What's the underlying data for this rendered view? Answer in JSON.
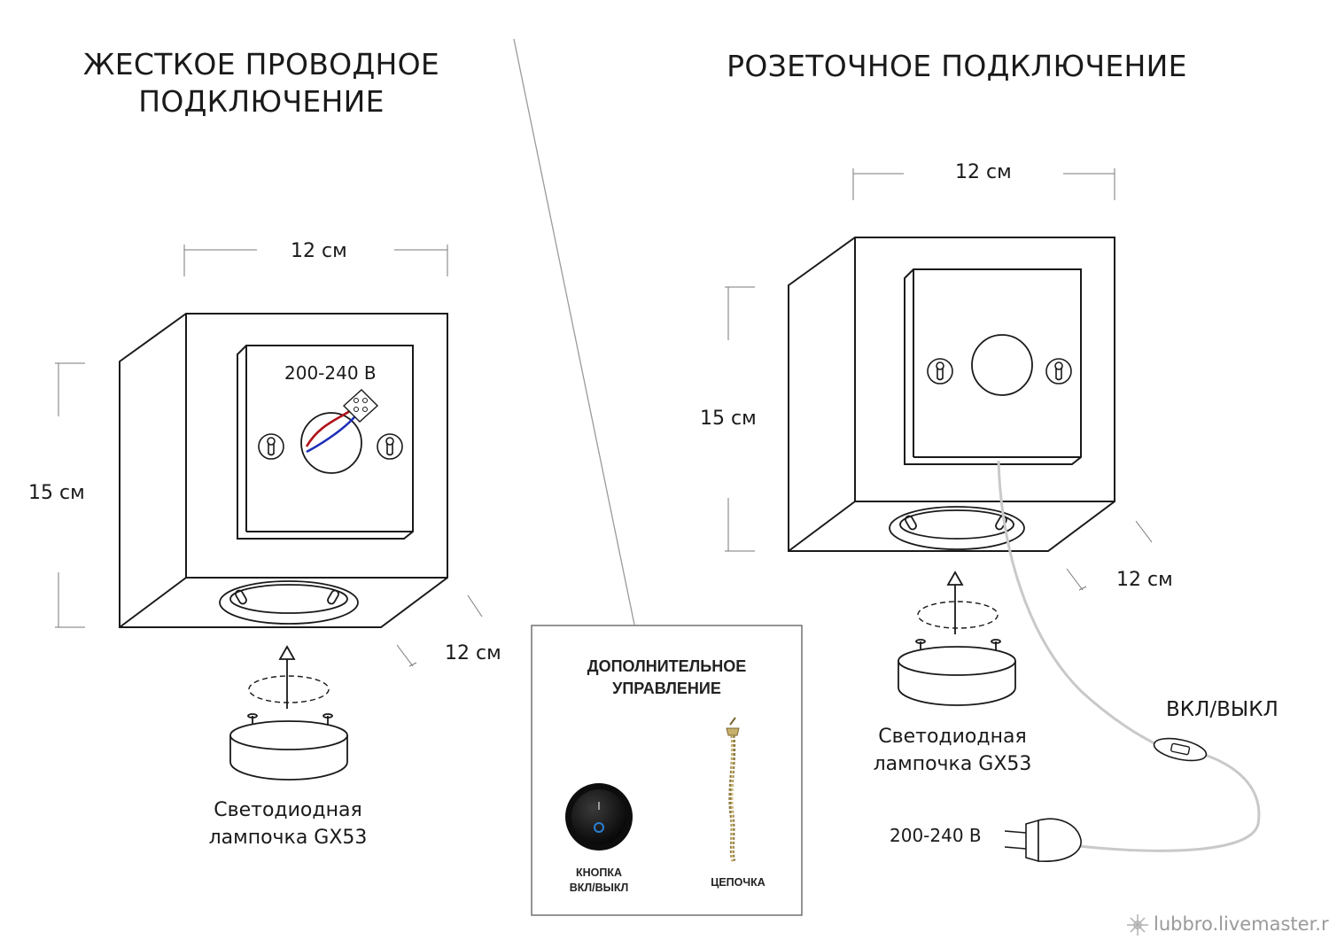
{
  "hardwired": {
    "title_line1": "ЖЕСТКОЕ ПРОВОДНОЕ",
    "title_line2": "ПОДКЛЮЧЕНИЕ",
    "width_label": "12 см",
    "height_label": "15 см",
    "depth_label": "12 см",
    "voltage_label": "200-240 В",
    "bulb_line1": "Светодиодная",
    "bulb_line2": "лампочка GX53"
  },
  "socket": {
    "title": "РОЗЕТОЧНОЕ ПОДКЛЮЧЕНИЕ",
    "width_label": "12 см",
    "height_label": "15 см",
    "depth_label": "12 см",
    "switch_label": "ВКЛ/ВЫКЛ",
    "plug_voltage_label": "200-240 В",
    "bulb_line1": "Светодиодная",
    "bulb_line2": "лампочка GX53"
  },
  "extra_control": {
    "title_line1": "ДОПОЛНИТЕЛЬНОЕ",
    "title_line2": "УПРАВЛЕНИЕ",
    "button_line1": "КНОПКА",
    "button_line2": "ВКЛ/ВЫКЛ",
    "chain_label": "ЦЕПОЧКА"
  },
  "watermark": "lubbro.livemaster.ru",
  "colors": {
    "line": "#1a1a1a",
    "wire_red": "#b0121a",
    "wire_blue": "#1d2fb8",
    "cord": "#c9c9c9",
    "switch_body": "#0d0d0d",
    "switch_led": "#2a7fd4",
    "chain": "#b89a55"
  }
}
